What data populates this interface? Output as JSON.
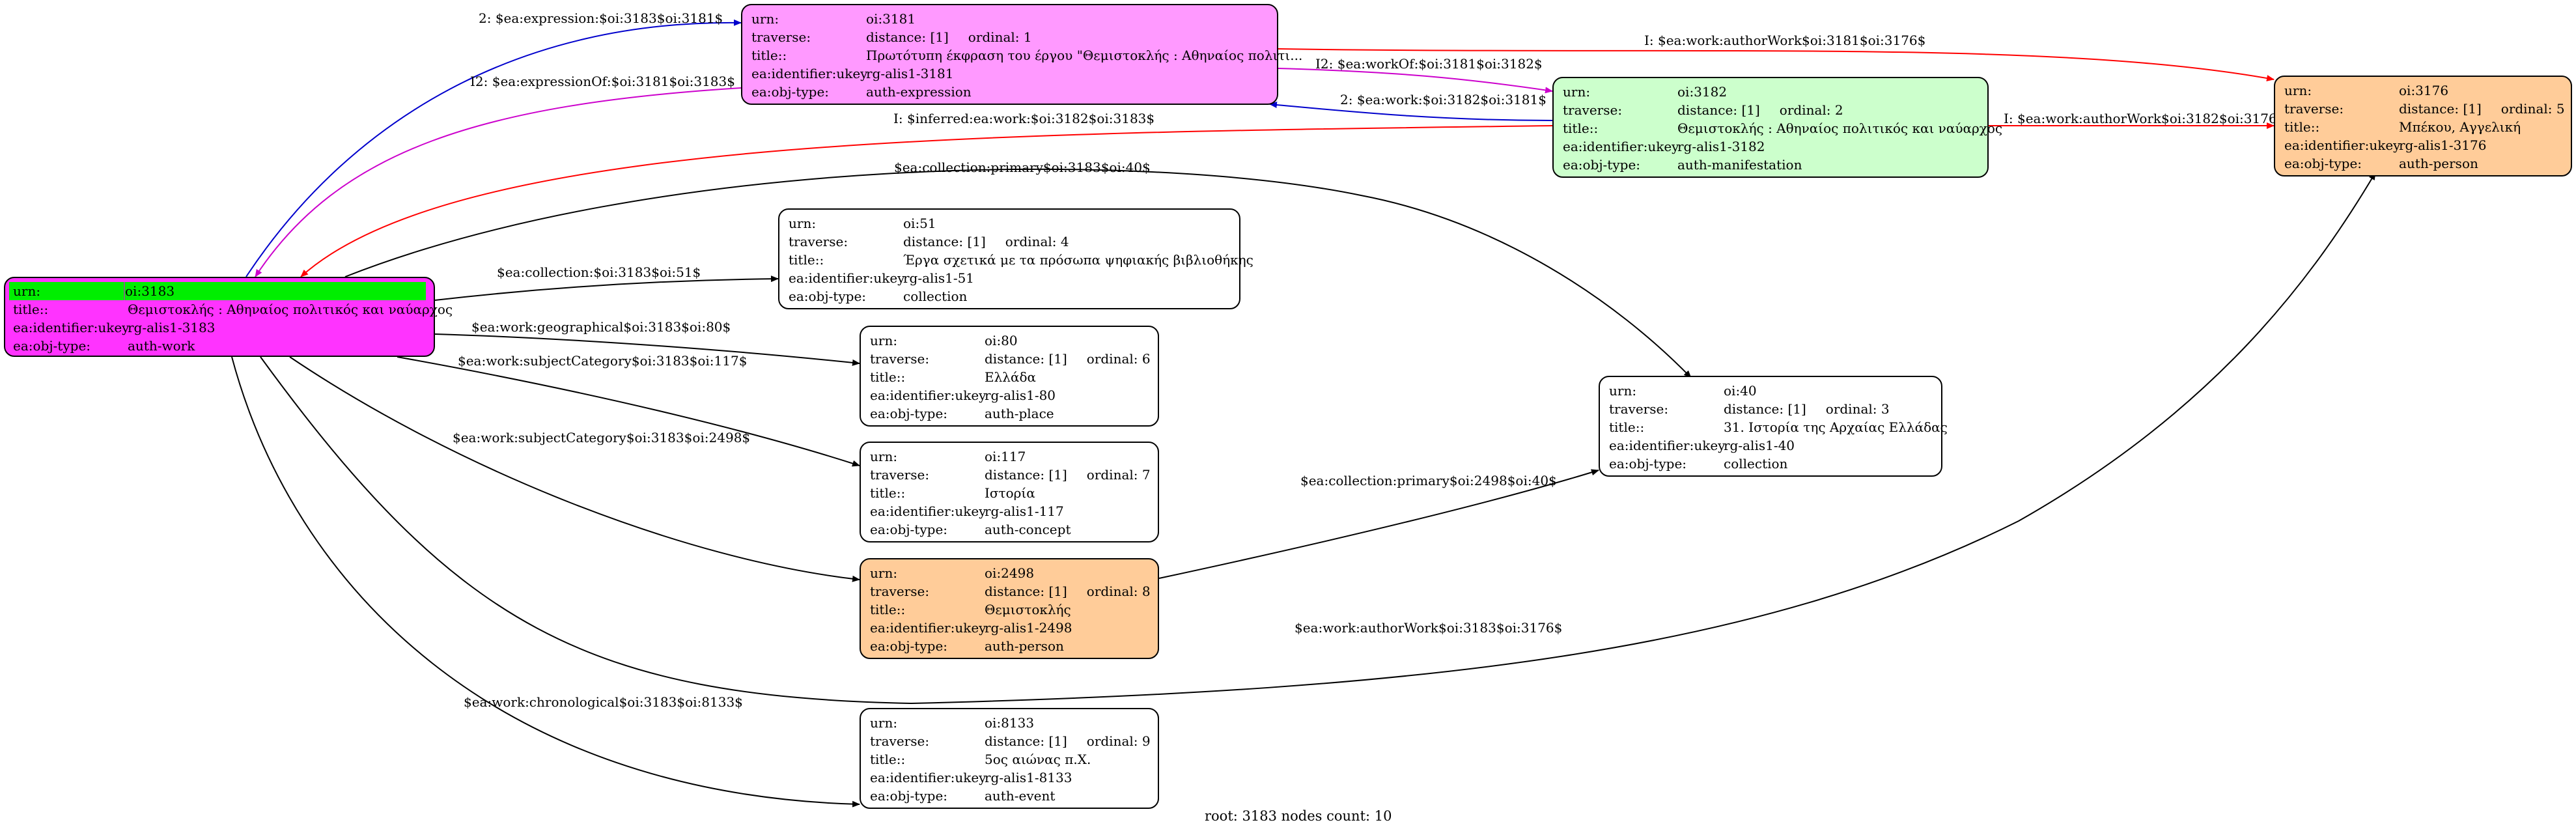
{
  "nodes": {
    "n3183": {
      "color": "#ff33ff",
      "rows": [
        {
          "k": "urn:",
          "v": "oi:3183"
        },
        {
          "k": "title::",
          "v": "Θεμιστοκλής : Αθηναίος πολιτικός και ναύαρχος"
        },
        {
          "k": "ea:identifier:ukey",
          "v": "rg-alis1-3183"
        },
        {
          "k": "ea:obj-type:",
          "v": "auth-work"
        }
      ]
    },
    "n3181": {
      "color": "#ff99ff",
      "rows": [
        {
          "k": "urn:",
          "v": "oi:3181"
        },
        {
          "k": "traverse:",
          "v": "distance: [1]",
          "v2": "ordinal: 1"
        },
        {
          "k": "title::",
          "v": "Πρωτότυπη έκφραση του έργου \"Θεμιστοκλής : Αθηναίος πολιτι..."
        },
        {
          "k": "ea:identifier:ukey",
          "v": "rg-alis1-3181"
        },
        {
          "k": "ea:obj-type:",
          "v": "auth-expression"
        }
      ]
    },
    "n3182": {
      "color": "#ccffcc",
      "rows": [
        {
          "k": "urn:",
          "v": "oi:3182"
        },
        {
          "k": "traverse:",
          "v": "distance: [1]",
          "v2": "ordinal: 2"
        },
        {
          "k": "title::",
          "v": "Θεμιστοκλής : Αθηναίος πολιτικός και ναύαρχος"
        },
        {
          "k": "ea:identifier:ukey",
          "v": "rg-alis1-3182"
        },
        {
          "k": "ea:obj-type:",
          "v": "auth-manifestation"
        }
      ]
    },
    "n3176": {
      "color": "#ffcc99",
      "rows": [
        {
          "k": "urn:",
          "v": "oi:3176"
        },
        {
          "k": "traverse:",
          "v": "distance: [1]",
          "v2": "ordinal: 5"
        },
        {
          "k": "title::",
          "v": "Μπέκου, Αγγελική"
        },
        {
          "k": "ea:identifier:ukey",
          "v": "rg-alis1-3176"
        },
        {
          "k": "ea:obj-type:",
          "v": "auth-person"
        }
      ]
    },
    "n51": {
      "color": "#ffffff",
      "rows": [
        {
          "k": "urn:",
          "v": "oi:51"
        },
        {
          "k": "traverse:",
          "v": "distance: [1]",
          "v2": "ordinal: 4"
        },
        {
          "k": "title::",
          "v": "Έργα σχετικά με τα πρόσωπα ψηφιακής βιβλιοθήκης"
        },
        {
          "k": "ea:identifier:ukey",
          "v": "rg-alis1-51"
        },
        {
          "k": "ea:obj-type:",
          "v": "collection"
        }
      ]
    },
    "n80": {
      "color": "#ffffff",
      "rows": [
        {
          "k": "urn:",
          "v": "oi:80"
        },
        {
          "k": "traverse:",
          "v": "distance: [1]",
          "v2": "ordinal: 6"
        },
        {
          "k": "title::",
          "v": "Ελλάδα"
        },
        {
          "k": "ea:identifier:ukey",
          "v": "rg-alis1-80"
        },
        {
          "k": "ea:obj-type:",
          "v": "auth-place"
        }
      ]
    },
    "n117": {
      "color": "#ffffff",
      "rows": [
        {
          "k": "urn:",
          "v": "oi:117"
        },
        {
          "k": "traverse:",
          "v": "distance: [1]",
          "v2": "ordinal: 7"
        },
        {
          "k": "title::",
          "v": "Ιστορία"
        },
        {
          "k": "ea:identifier:ukey",
          "v": "rg-alis1-117"
        },
        {
          "k": "ea:obj-type:",
          "v": "auth-concept"
        }
      ]
    },
    "n2498": {
      "color": "#ffcc99",
      "rows": [
        {
          "k": "urn:",
          "v": "oi:2498"
        },
        {
          "k": "traverse:",
          "v": "distance: [1]",
          "v2": "ordinal: 8"
        },
        {
          "k": "title::",
          "v": "Θεμιστοκλής"
        },
        {
          "k": "ea:identifier:ukey",
          "v": "rg-alis1-2498"
        },
        {
          "k": "ea:obj-type:",
          "v": "auth-person"
        }
      ]
    },
    "n8133": {
      "color": "#ffffff",
      "rows": [
        {
          "k": "urn:",
          "v": "oi:8133"
        },
        {
          "k": "traverse:",
          "v": "distance: [1]",
          "v2": "ordinal: 9"
        },
        {
          "k": "title::",
          "v": "5ος αιώνας π.Χ."
        },
        {
          "k": "ea:identifier:ukey",
          "v": "rg-alis1-8133"
        },
        {
          "k": "ea:obj-type:",
          "v": "auth-event"
        }
      ]
    },
    "n40": {
      "color": "#ffffff",
      "rows": [
        {
          "k": "urn:",
          "v": "oi:40"
        },
        {
          "k": "traverse:",
          "v": "distance: [1]",
          "v2": "ordinal: 3"
        },
        {
          "k": "title::",
          "v": "31. Ιστορία της Αρχαίας Ελλάδας"
        },
        {
          "k": "ea:identifier:ukey",
          "v": "rg-alis1-40"
        },
        {
          "k": "ea:obj-type:",
          "v": "collection"
        }
      ]
    }
  },
  "edges": {
    "e1": {
      "label": "2: $ea:expression:$oi:3183$oi:3181$",
      "color": "#0000cc"
    },
    "e2": {
      "label": "I2: $ea:expressionOf:$oi:3181$oi:3183$",
      "color": "#cc00cc"
    },
    "e3": {
      "label": "I: $ea:work:authorWork$oi:3181$oi:3176$",
      "color": "#ff0000"
    },
    "e4": {
      "label": "I2: $ea:workOf:$oi:3181$oi:3182$",
      "color": "#cc00cc"
    },
    "e5": {
      "label": "2: $ea:work:$oi:3182$oi:3181$",
      "color": "#0000cc"
    },
    "e6": {
      "label": "I: $ea:work:authorWork$oi:3182$oi:3176$",
      "color": "#ff0000"
    },
    "e7": {
      "label": "I: $inferred:ea:work:$oi:3182$oi:3183$",
      "color": "#ff0000"
    },
    "e8": {
      "label": "$ea:collection:primary$oi:3183$oi:40$",
      "color": "#000000"
    },
    "e9": {
      "label": "$ea:collection:$oi:3183$oi:51$",
      "color": "#000000"
    },
    "e10": {
      "label": "$ea:work:geographical$oi:3183$oi:80$",
      "color": "#000000"
    },
    "e11": {
      "label": "$ea:work:subjectCategory$oi:3183$oi:117$",
      "color": "#000000"
    },
    "e12": {
      "label": "$ea:work:subjectCategory$oi:3183$oi:2498$",
      "color": "#000000"
    },
    "e13": {
      "label": "$ea:collection:primary$oi:2498$oi:40$",
      "color": "#000000"
    },
    "e14": {
      "label": "$ea:work:authorWork$oi:3183$oi:3176$",
      "color": "#000000"
    },
    "e15": {
      "label": "$ea:work:chronological$oi:3183$oi:8133$",
      "color": "#000000"
    }
  },
  "footer": "root: 3183 nodes count: 10"
}
